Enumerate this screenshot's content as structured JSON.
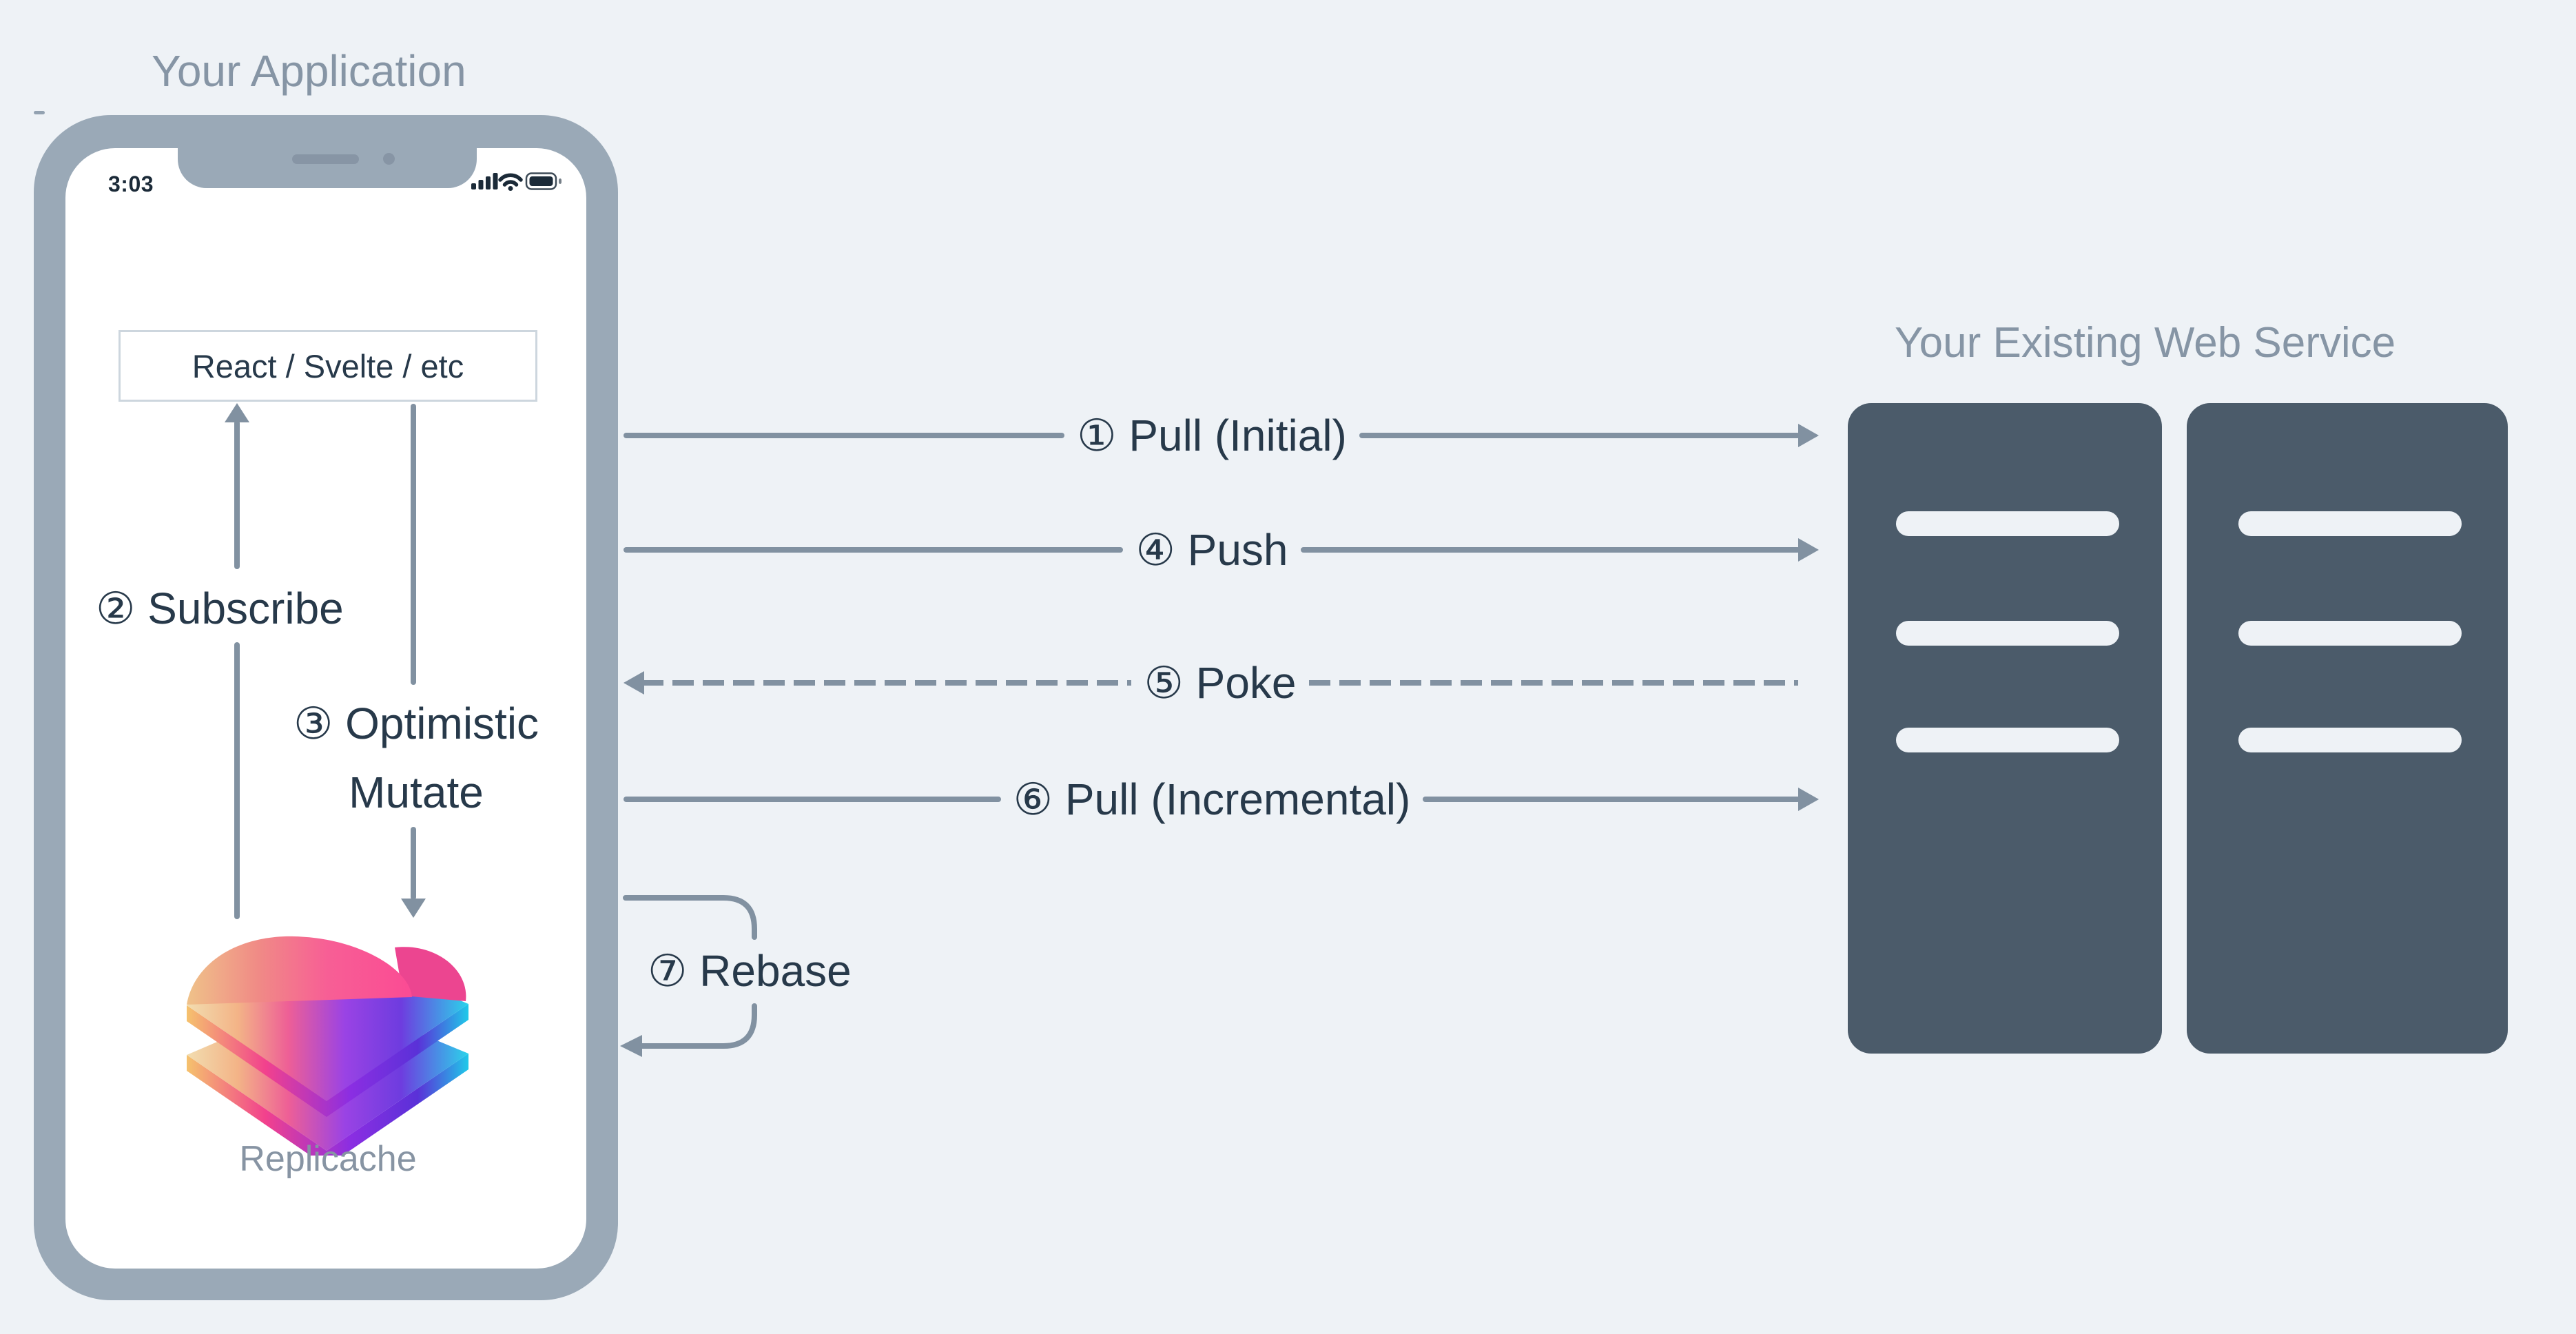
{
  "colors": {
    "background": "#eef2f6",
    "phone_frame": "#9aa9b7",
    "ink": "#27394a",
    "muted_title": "#8695a5",
    "arrow_line": "#8191a1",
    "server_body": "#4b5b6a",
    "box_border": "#cdd6de",
    "status_icon": "#1b2a38"
  },
  "application": {
    "title": "Your Application",
    "phone": {
      "time": "3:03"
    },
    "framework_box_label": "React / Svelte / etc",
    "subscribe_label": "② Subscribe",
    "mutate_label_line1": "③ Optimistic",
    "mutate_label_line2": "Mutate",
    "replicache_label": "Replicache"
  },
  "web_service": {
    "title": "Your Existing Web Service"
  },
  "flows": [
    {
      "label": "① Pull (Initial)",
      "style": "solid",
      "direction": "to-service"
    },
    {
      "label": "④ Push",
      "style": "solid",
      "direction": "to-service"
    },
    {
      "label": "⑤ Poke",
      "style": "dashed",
      "direction": "to-application"
    },
    {
      "label": "⑥ Pull (Incremental)",
      "style": "solid",
      "direction": "to-service"
    },
    {
      "label": "⑦ Rebase",
      "style": "loop",
      "direction": "to-application"
    }
  ]
}
